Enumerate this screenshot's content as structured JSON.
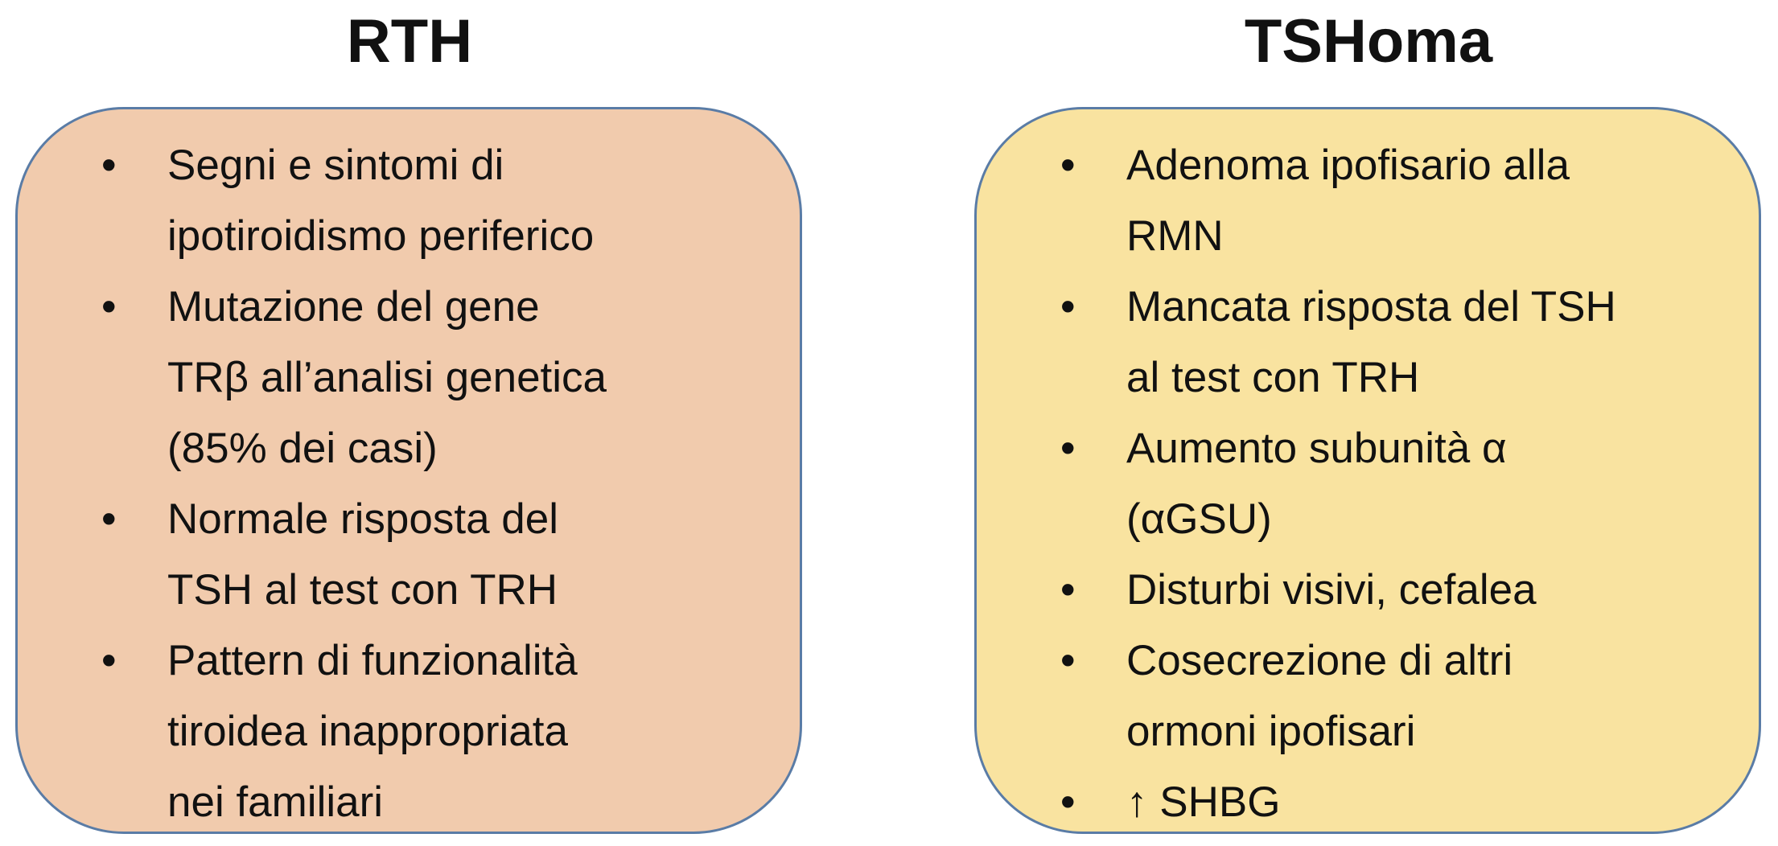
{
  "columns": [
    {
      "title": "RTH",
      "color": "#f1cbad",
      "items": [
        [
          "Segni e sintomi di",
          "ipotiroidismo periferico"
        ],
        [
          "Mutazione del gene",
          "TRβ all’analisi genetica",
          "(85% dei casi)"
        ],
        [
          "Normale risposta del",
          "TSH al test con TRH"
        ],
        [
          "Pattern di funzionalità",
          "tiroidea inappropriata",
          "nei familiari"
        ]
      ]
    },
    {
      "title": "TSHoma",
      "color": "#f9e3a0",
      "items": [
        [
          "Adenoma ipofisario alla",
          "RMN"
        ],
        [
          "Mancata risposta del TSH",
          "al test con TRH"
        ],
        [
          "Aumento subunità α",
          "(αGSU)"
        ],
        [
          "Disturbi visivi, cefalea"
        ],
        [
          "Cosecrezione di altri",
          "ormoni ipofisari"
        ],
        [
          "↑ SHBG"
        ]
      ]
    }
  ],
  "bullet": "•"
}
